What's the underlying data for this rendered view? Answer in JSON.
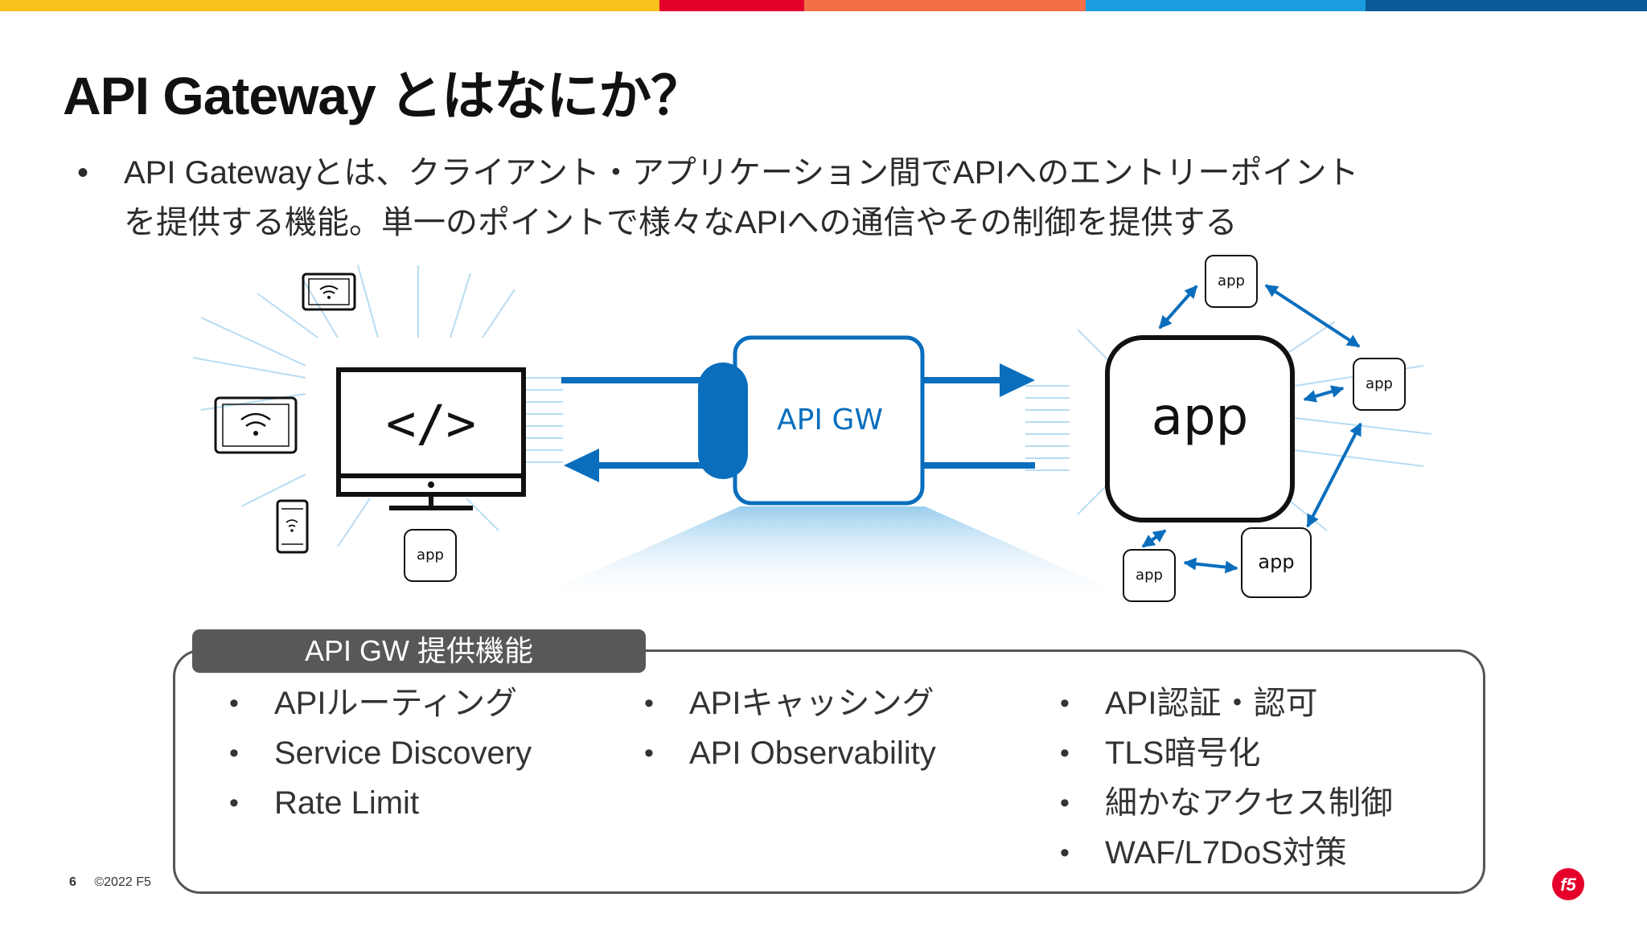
{
  "colors": {
    "accent_blue": "#0a6ebd",
    "dark_text": "#111111",
    "brand_red": "#e4002b",
    "topbar": [
      "#f9c21b",
      "#e4002b",
      "#f36f48",
      "#1d9be0",
      "#075a96"
    ]
  },
  "slide": {
    "title": "API Gateway とはなにか？",
    "intro_bullet": "•",
    "intro_lines": [
      "API Gatewayとは、クライアント・アプリケーション間でAPIへのエントリーポイント",
      "を提供する機能。単一のポイントで様々なAPIへの通信やその制御を提供する"
    ]
  },
  "diagram": {
    "client_icon": "code-tag-icon",
    "device_icons": [
      "tablet-icon",
      "tablet-icon",
      "smartphone-icon"
    ],
    "client_code_text": "</>",
    "client_app_label": "app",
    "gateway_label": "API GW",
    "main_app_label": "app",
    "microservice_labels": [
      "app",
      "app",
      "app",
      "app"
    ]
  },
  "features": {
    "tab_label": "API GW 提供機能",
    "columns": [
      [
        "APIルーティング",
        "Service Discovery",
        "Rate Limit"
      ],
      [
        "APIキャッシング",
        "API Observability"
      ],
      [
        "API認証・認可",
        "TLS暗号化",
        "細かなアクセス制御",
        "WAF/L7DoS対策"
      ]
    ]
  },
  "footer": {
    "page_number": "6",
    "copyright": "©2022 F5",
    "logo_text": "f5"
  }
}
